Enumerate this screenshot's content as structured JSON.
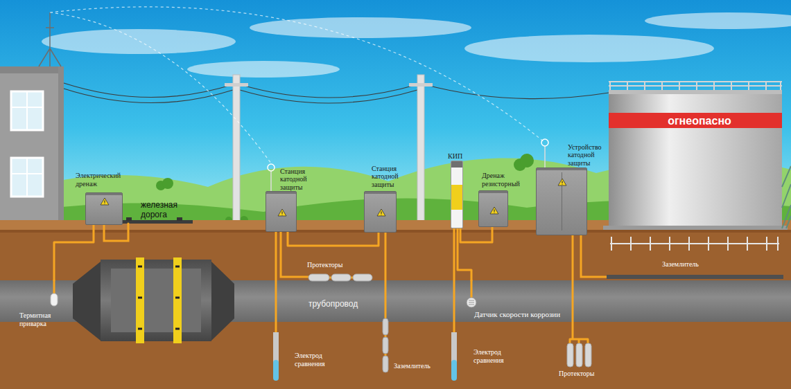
{
  "diagram": {
    "nodes": [
      {
        "text": [
          "Электрический дренаж"
        ]
      },
      {
        "text": [
          "Станция катодной защиты"
        ]
      },
      {
        "text": [
          "Станция катодной защиты"
        ]
      },
      {
        "text": [
          "КИП"
        ]
      },
      {
        "text": [
          "Дренаж резисторный"
        ]
      },
      {
        "text": [
          "Устройство катодной защиты"
        ]
      },
      {
        "text": [
          "огнеопасно"
        ]
      },
      {
        "text": [
          "трубопровод"
        ]
      }
    ],
    "edges": [
      {
        "from": 0,
        "to": 7,
        "arrow": "none"
      },
      {
        "from": 1,
        "to": 2,
        "arrow": "none"
      },
      {
        "from": 3,
        "to": 4,
        "arrow": "none"
      },
      {
        "from": 3,
        "to": 7,
        "arrow": "none"
      }
    ],
    "labels": [
      "железная дорога",
      "Протекторы",
      "Термитная приварка",
      "Электрод сравнения",
      "Заземлитель",
      "Датчик скорости коррозии",
      "Электрод сравнения",
      "Заземлитель",
      "Протекторы"
    ]
  }
}
